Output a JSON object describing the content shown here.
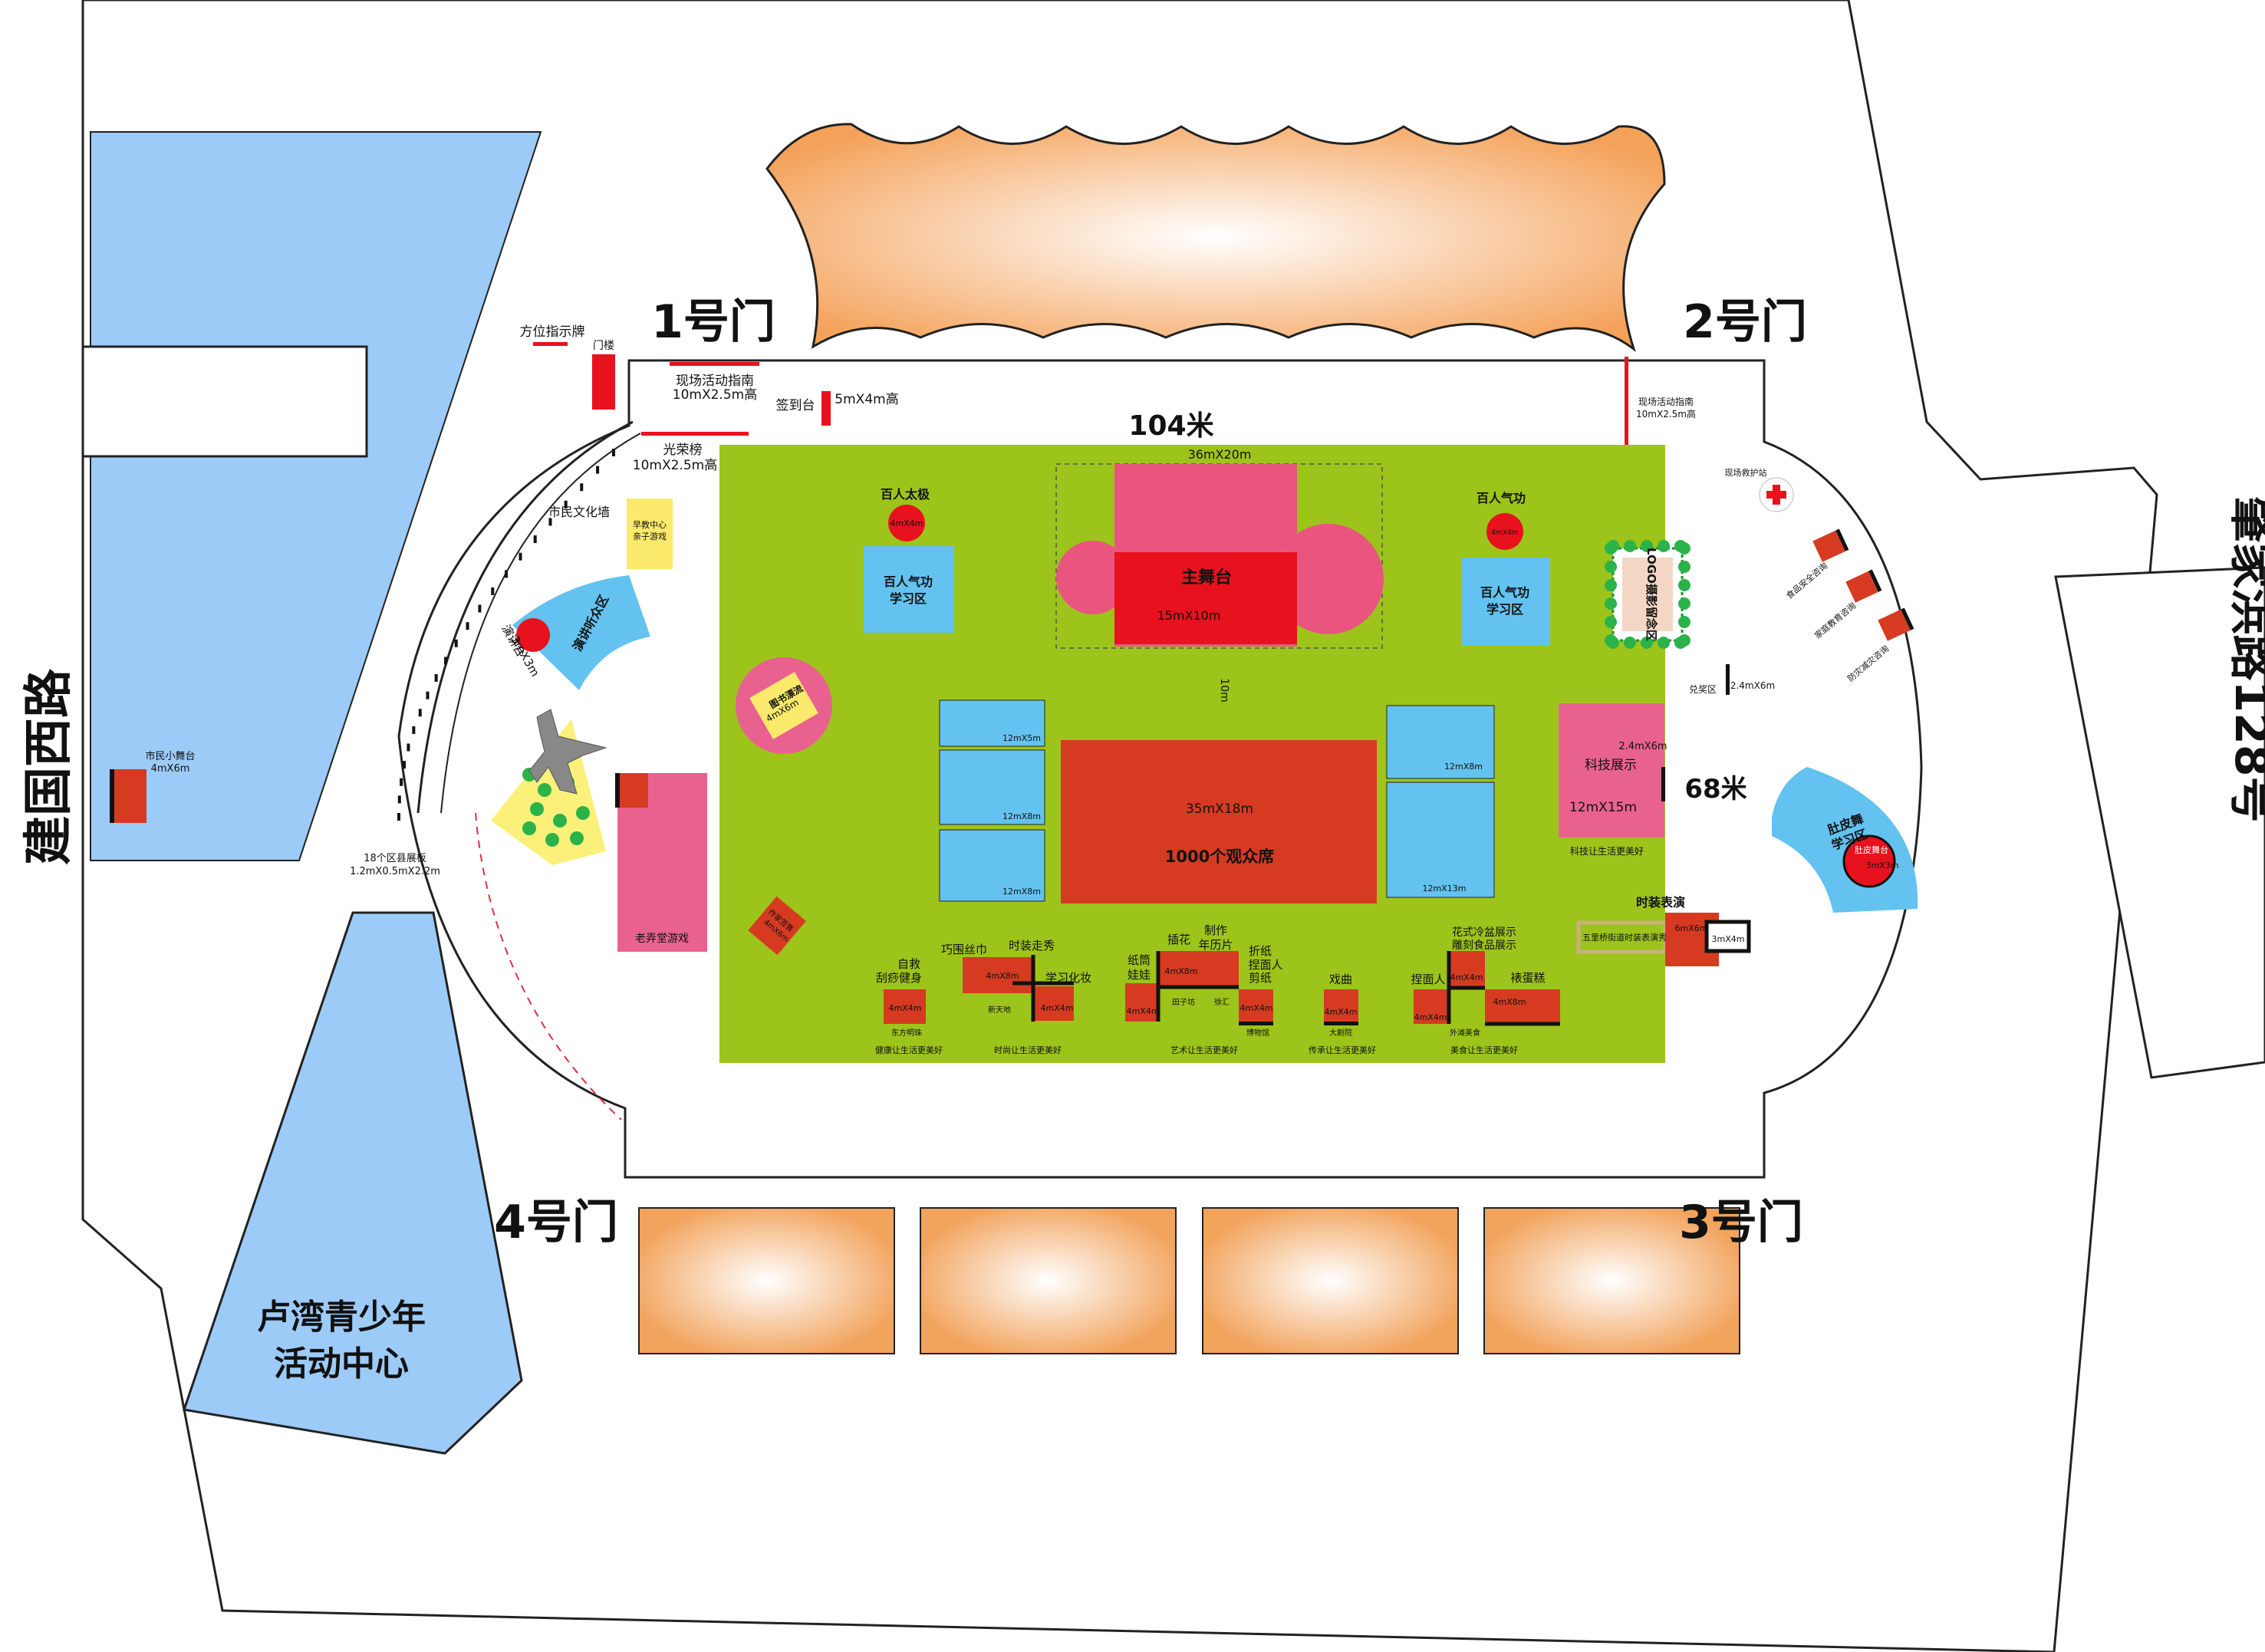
{
  "roads": {
    "west": "建国西路",
    "east": "肇家浜路128号"
  },
  "youth_center": {
    "line1": "卢湾青少年",
    "line2": "活动中心"
  },
  "gates": {
    "g1": "1号门",
    "g2": "2号门",
    "g3": "3号门",
    "g4": "4号门"
  },
  "dimensions": {
    "width": "104米",
    "height": "68米",
    "gap": "10m"
  },
  "entrance": {
    "direction_sign": "方位指示牌",
    "gate_tower": "门楼",
    "guide_line1": "现场活动指南",
    "guide_line2": "10mX2.5m高",
    "signin": "签到台",
    "signin_size": "5mX4m高",
    "honor_line1": "光荣榜",
    "honor_line2": "10mX2.5m高",
    "guide_east_line1": "现场活动指南",
    "guide_east_line2": "10mX2.5m高"
  },
  "west_zone": {
    "small_stage": "市民小舞台",
    "small_stage_size": "4mX6m",
    "culture_wall": "市民文化墙",
    "early_edu_line1": "早教中心",
    "early_edu_line2": "亲子游戏",
    "speech_area": "演讲听众区",
    "podium": "演讲台",
    "podium_size": "3mX3m",
    "boards_line1": "18个区县展板",
    "boards_line2": "1.2mX0.5mX2.2m",
    "lane_game": "老弄堂游戏",
    "book_exchange": "图书漂流",
    "book_exchange_size": "4mX6m",
    "knowledge": "作家签售",
    "knowledge_size": "4mX6m"
  },
  "stage": {
    "area": "36mX20m",
    "name": "主舞台",
    "size": "15mX10m"
  },
  "taiji": {
    "title": "百人太极",
    "size": "4mX4m",
    "area_line1": "百人气功",
    "area_line2": "学习区"
  },
  "qigong": {
    "title": "百人气功",
    "size": "4mX4m",
    "area_line1": "百人气功",
    "area_line2": "学习区"
  },
  "logo": {
    "text": "LOGO摄影留念区"
  },
  "seating": {
    "size": "35mX18m",
    "name": "1000个观众席",
    "left_blocks": [
      "12mX5m",
      "12mX8m",
      "12mX8m"
    ],
    "right_blocks": [
      "12mX8m",
      "12mX13m"
    ]
  },
  "tech": {
    "name": "科技展示",
    "size": "12mX15m",
    "sub_size": "2.4mX6m",
    "caption": "科技让生活更美好",
    "prize": "兑奖区",
    "prize_size": "2.4mX6m"
  },
  "fashion": {
    "title": "时装表演",
    "runway": "五里桥街道时装表演秀",
    "size1": "6mX6m",
    "size2": "3mX4m"
  },
  "east_zone": {
    "first_aid": "现场救护站",
    "food_safety": "食品安全咨询",
    "family_edu": "家庭教育咨询",
    "fire_safety": "防灾减灾咨询",
    "belly_line1": "肚皮舞",
    "belly_line2": "学习区",
    "belly_size": "3mX3m",
    "belly_stage": "肚皮舞台"
  },
  "booths": {
    "health_line1": "自救",
    "health_line2": "刮痧健身",
    "health_size": "4mX4m",
    "health_sub": "东方明珠",
    "health_caption": "健康让生活更美好",
    "scarf": "巧围丝巾",
    "scarf_size": "4mX8m",
    "scarf_sub": "新天地",
    "fashion_walk": "时装走秀",
    "makeup": "学习化妆",
    "makeup_size": "4mX4m",
    "fashion_caption": "时尚让生活更美好",
    "doll_line1": "纸筒",
    "doll_line2": "娃娃",
    "doll_size": "4mX4m",
    "flower": "插花",
    "flower_size": "4mX8m",
    "calendar_line1": "制作",
    "calendar_line2": "年历片",
    "sub_a": "田子坊",
    "sub_b": "徐汇",
    "paper_line1": "折纸",
    "paper_line2": "捏面人",
    "paper_line3": "剪纸",
    "paper_size": "4mX4m",
    "paper_sub": "博物馆",
    "art_caption": "艺术让生活更美好",
    "opera": "戏曲",
    "opera_size": "4mX4m",
    "opera_sub": "大剧院",
    "opera_caption": "传承让生活更美好",
    "dough": "捏面人",
    "dough_size": "4mX4m",
    "cold_line1": "花式冷盆展示",
    "cold_line2": "雕刻食品展示",
    "cold_size": "4mX4m",
    "cake": "裱蛋糕",
    "cake_size": "4mX8m",
    "food_sub": "外滩美食",
    "food_caption": "美食让生活更美好"
  }
}
